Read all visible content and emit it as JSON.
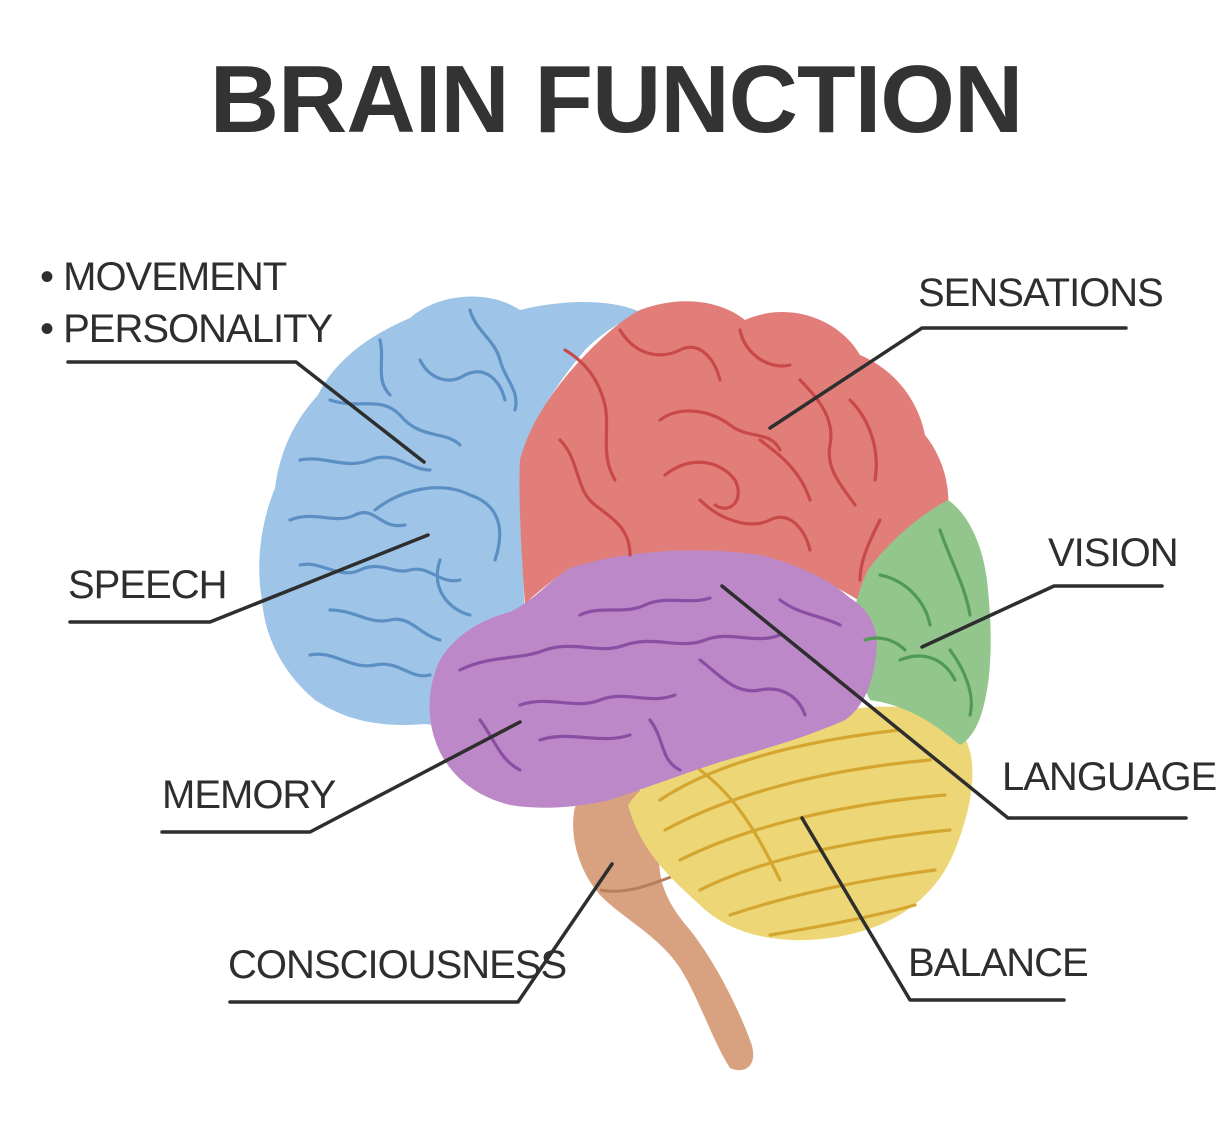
{
  "title": "BRAIN FUNCTION",
  "colors": {
    "frontal": "#9ec4e8",
    "parietal": "#e27e79",
    "occipital": "#93c68c",
    "temporal": "#bd88c8",
    "cerebellum": "#ecd676",
    "brainstem": "#d8a17f",
    "text": "#2e2e2e"
  },
  "labels": {
    "movement": "• MOVEMENT",
    "personality": "• PERSONALITY",
    "speech": "SPEECH",
    "memory": "MEMORY",
    "consciousness": "CONSCIOUSNESS",
    "sensations": "SENSATIONS",
    "vision": "VISION",
    "language": "LANGUAGE",
    "balance": "BALANCE"
  }
}
